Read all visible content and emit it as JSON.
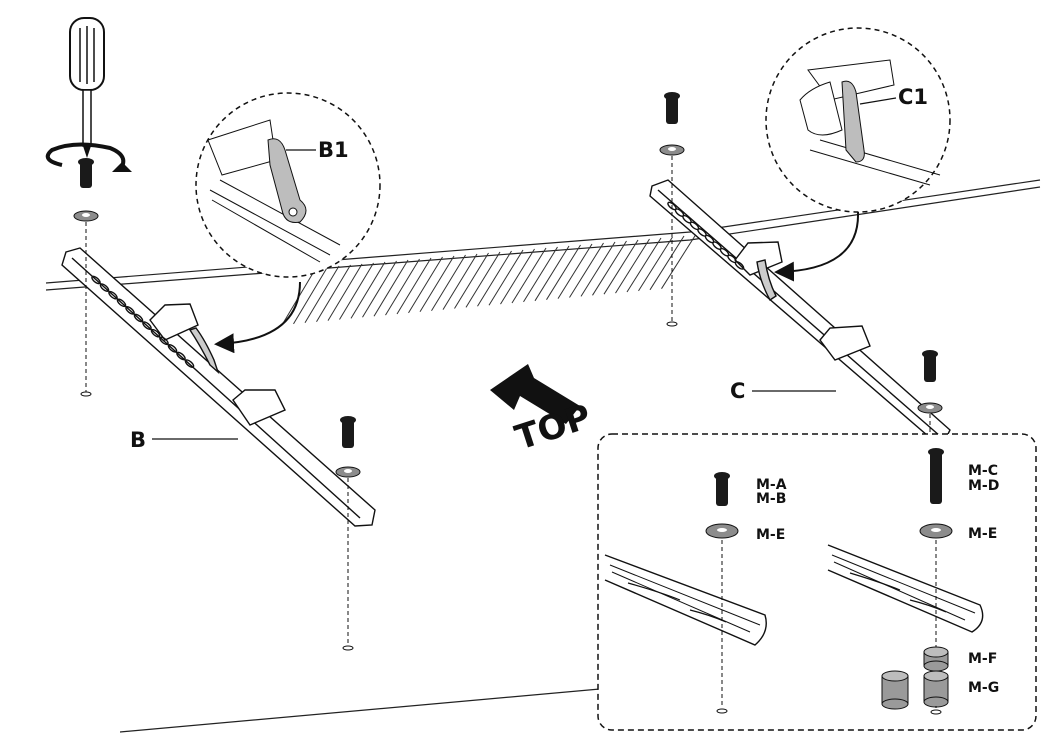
{
  "labels": {
    "bracket_b": "B",
    "bracket_c": "C",
    "detail_b1": "B1",
    "detail_c1": "C1",
    "top_arrow": "TOP"
  },
  "inset": {
    "screw_short_code_1": "M-A",
    "screw_short_code_2": "M-B",
    "screw_long_code_1": "M-C",
    "screw_long_code_2": "M-D",
    "washer_left": "M-E",
    "washer_right": "M-E",
    "spacer_short": "M-F",
    "spacer_tall": "M-G"
  },
  "colors": {
    "line": "#111111",
    "screw": "#1a1a1a",
    "washer": "#8c8c8c",
    "spacer": "#9a9a9a"
  },
  "icons": [
    "screwdriver-icon",
    "rotation-arrow-icon",
    "screw-icon",
    "washer-icon",
    "spacer-icon"
  ]
}
